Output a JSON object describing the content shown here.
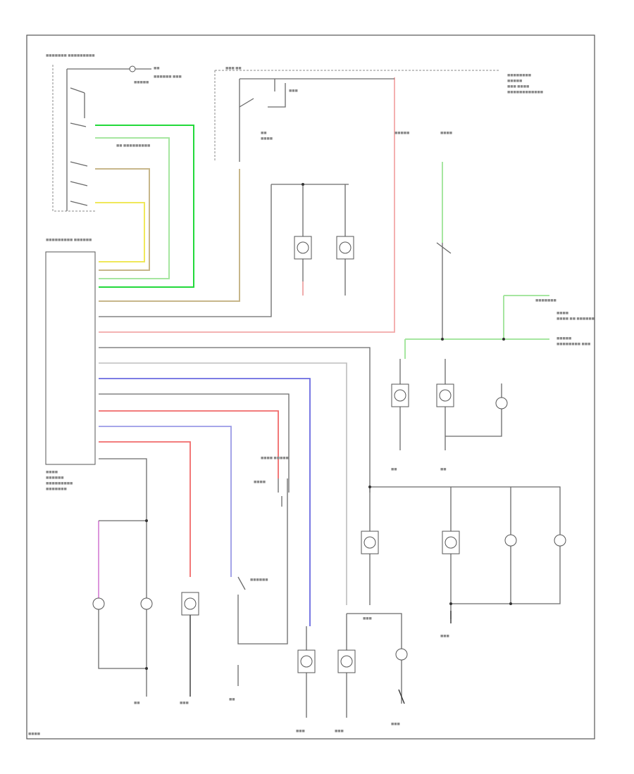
{
  "diagram": {
    "title": "Wiring diagram – lighting circuit",
    "corner_code": "",
    "wire_colors": {
      "frame": "#555555",
      "wire": "#6a6a6a",
      "green": "#22d93a",
      "light_green": "#a6e6a0",
      "tan": "#c7b68a",
      "yellow": "#f0e85a",
      "red": "#f06a6a",
      "pink": "#f3a8a8",
      "blue": "#6a6ae0",
      "light_blue": "#9a9ae6",
      "purple": "#d88ad8",
      "gray": "#bdbdbd"
    },
    "components": [
      "headlight-switch",
      "body-control-module",
      "fuse",
      "relay",
      "lamp",
      "ground",
      "switch"
    ]
  }
}
